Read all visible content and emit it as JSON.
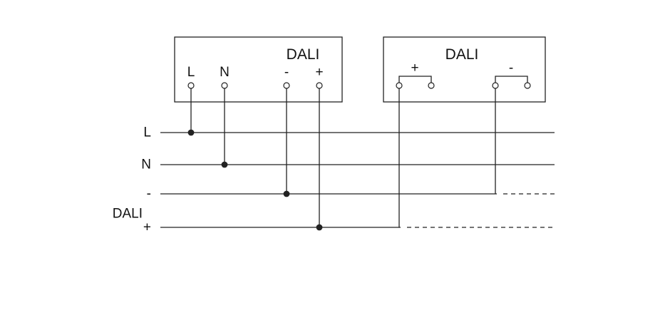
{
  "diagram": {
    "type": "wiring-schematic",
    "left_device": {
      "title": "DALI",
      "terminals": {
        "l": "L",
        "n": "N",
        "minus": "-",
        "plus": "+"
      }
    },
    "right_device": {
      "title": "DALI",
      "plus_label": "+",
      "minus_label": "-"
    },
    "bus": {
      "group_label": "DALI",
      "lines": {
        "l": "L",
        "n": "N",
        "minus": "-",
        "plus": "+"
      }
    }
  },
  "colors": {
    "line": "#222222",
    "background": "#ffffff",
    "text": "#111111"
  }
}
